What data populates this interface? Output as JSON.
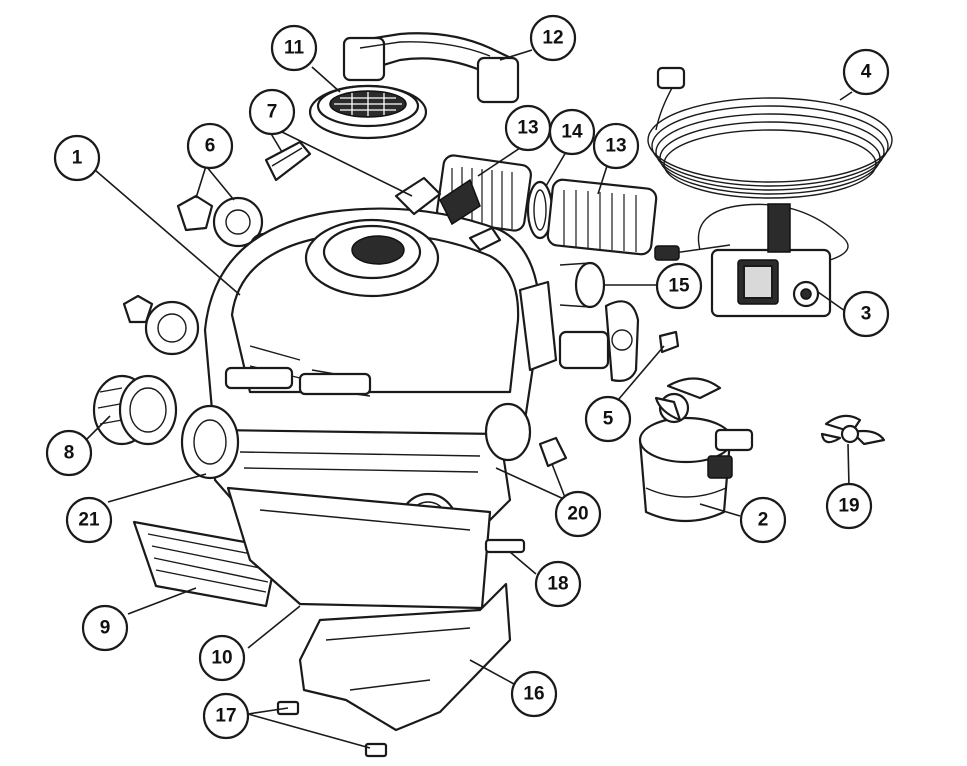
{
  "diagram": {
    "type": "exploded-parts-diagram",
    "callouts": [
      {
        "id": "c1",
        "label": "1"
      },
      {
        "id": "c2",
        "label": "2"
      },
      {
        "id": "c3",
        "label": "3"
      },
      {
        "id": "c4",
        "label": "4"
      },
      {
        "id": "c5",
        "label": "5"
      },
      {
        "id": "c6",
        "label": "6"
      },
      {
        "id": "c7",
        "label": "7"
      },
      {
        "id": "c8",
        "label": "8"
      },
      {
        "id": "c9",
        "label": "9"
      },
      {
        "id": "c10",
        "label": "10"
      },
      {
        "id": "c11",
        "label": "11"
      },
      {
        "id": "c12",
        "label": "12"
      },
      {
        "id": "c13a",
        "label": "13"
      },
      {
        "id": "c13b",
        "label": "13"
      },
      {
        "id": "c14",
        "label": "14"
      },
      {
        "id": "c15",
        "label": "15"
      },
      {
        "id": "c16",
        "label": "16"
      },
      {
        "id": "c17",
        "label": "17"
      },
      {
        "id": "c18",
        "label": "18"
      },
      {
        "id": "c19",
        "label": "19"
      },
      {
        "id": "c20",
        "label": "20"
      },
      {
        "id": "c21",
        "label": "21"
      }
    ]
  }
}
